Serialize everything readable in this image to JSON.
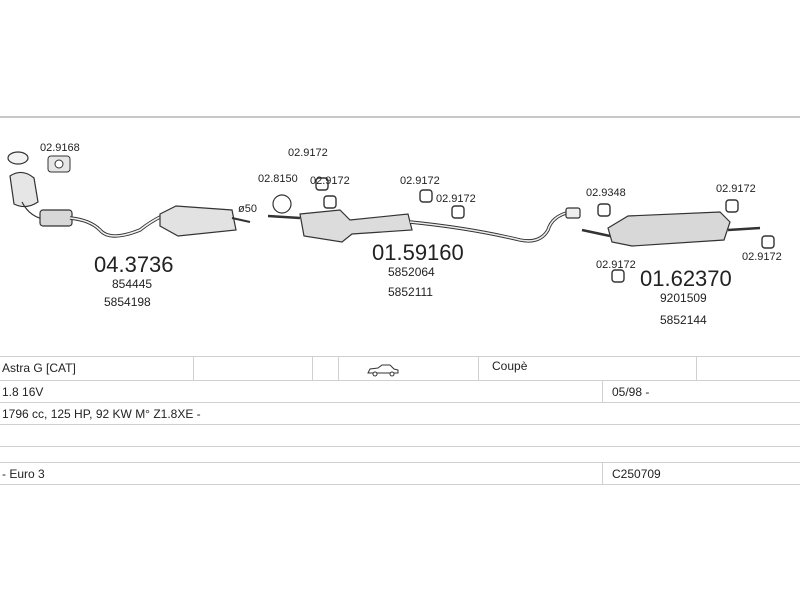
{
  "parts": {
    "front": {
      "part_no": "04.3736",
      "refs": [
        "854445",
        "5854198"
      ],
      "clamp": "02.9168"
    },
    "middle": {
      "part_no": "01.59160",
      "refs": [
        "5852064",
        "5852111"
      ]
    },
    "rear": {
      "part_no": "01.62370",
      "refs": [
        "9201509",
        "5852144"
      ]
    },
    "labels": {
      "mount_a": "02.9172",
      "mount_b": "02.8150",
      "mount_c": "02.9172",
      "mount_d": "02.9172",
      "mount_e": "02.9172",
      "mount_f": "02.9348",
      "mount_g": "02.9172",
      "mount_h": "02.9172",
      "mount_i": "02.9172",
      "diameter": "ø50"
    }
  },
  "vehicle": {
    "model": "Astra G  [CAT]",
    "body": "Coupè",
    "engine": "1.8 16V",
    "date": "05/98 -",
    "spec": "1796 cc, 125 HP, 92 KW M° Z1.8XE -",
    "emission": "- Euro 3",
    "code": "C250709"
  },
  "icons": {
    "car": "car-coupe-icon"
  }
}
